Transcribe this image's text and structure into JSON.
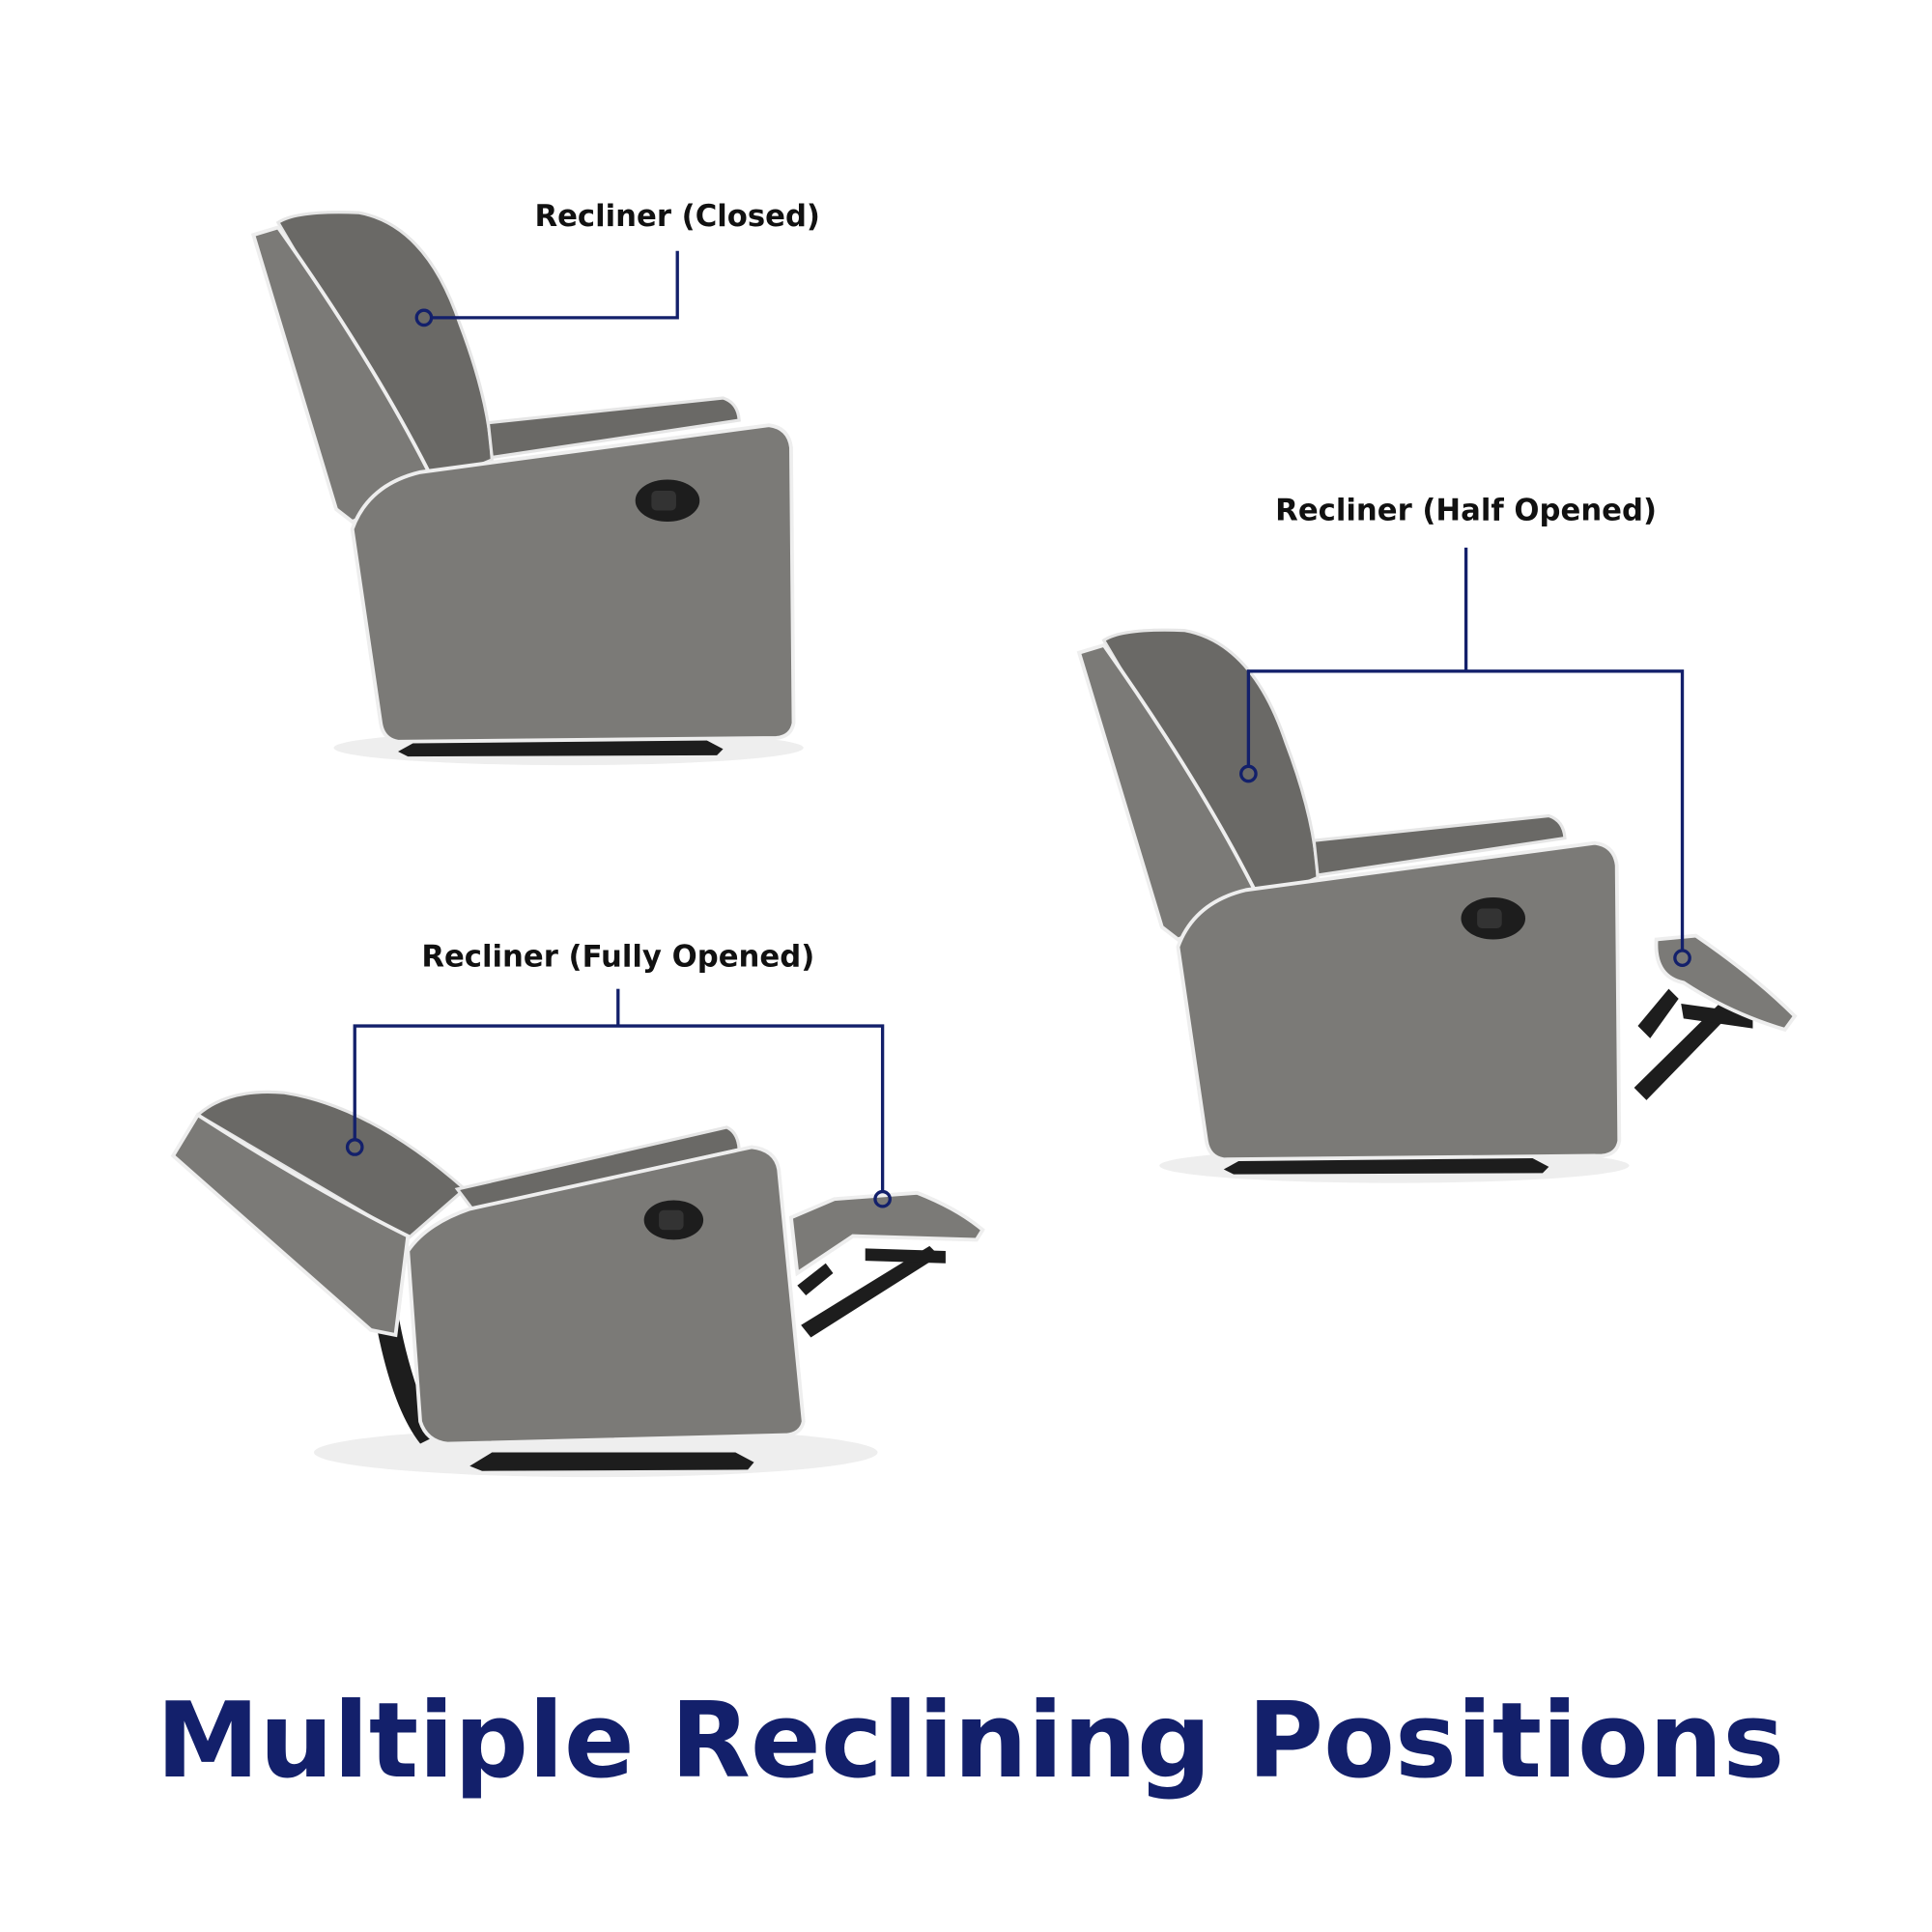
{
  "labels": {
    "closed": "Recliner (Closed)",
    "half_opened": "Recliner (Half Opened)",
    "fully_opened": "Recliner (Fully Opened)"
  },
  "title": "Multiple Reclining Positions",
  "colors": {
    "accent": "#13206b",
    "fabric": "#7b7a77",
    "piping": "#eeeeee",
    "metal": "#1d1d1d"
  }
}
